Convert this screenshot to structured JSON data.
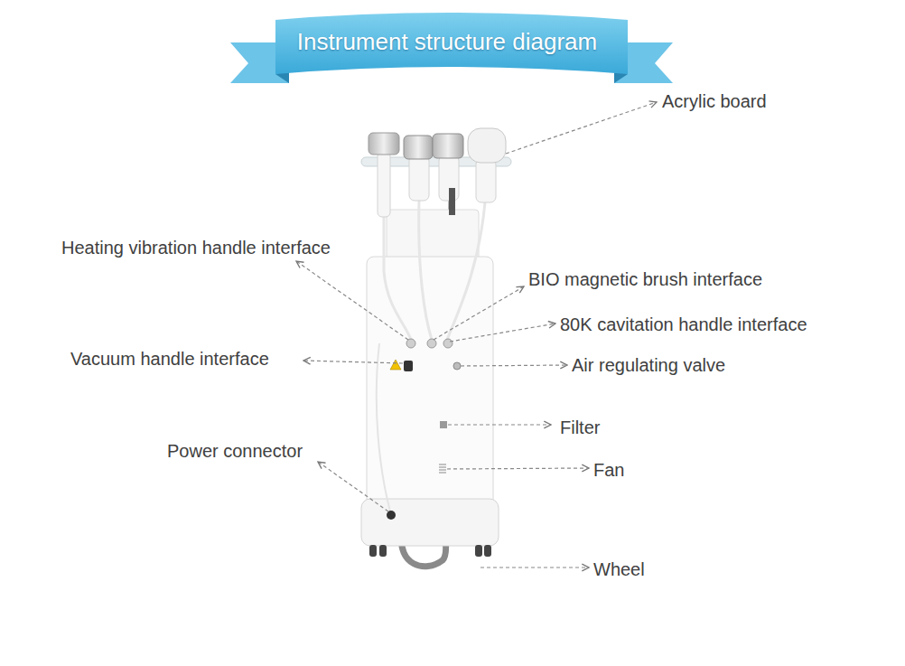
{
  "diagram": {
    "title": "Instrument structure diagram",
    "labels": [
      "Acrylic board",
      "Heating vibration handle interface",
      "BIO magnetic brush interface",
      "80K cavitation handle interface",
      "Vacuum handle interface",
      "Air regulating valve",
      "Filter",
      "Power connector",
      "Fan",
      "Wheel"
    ]
  }
}
